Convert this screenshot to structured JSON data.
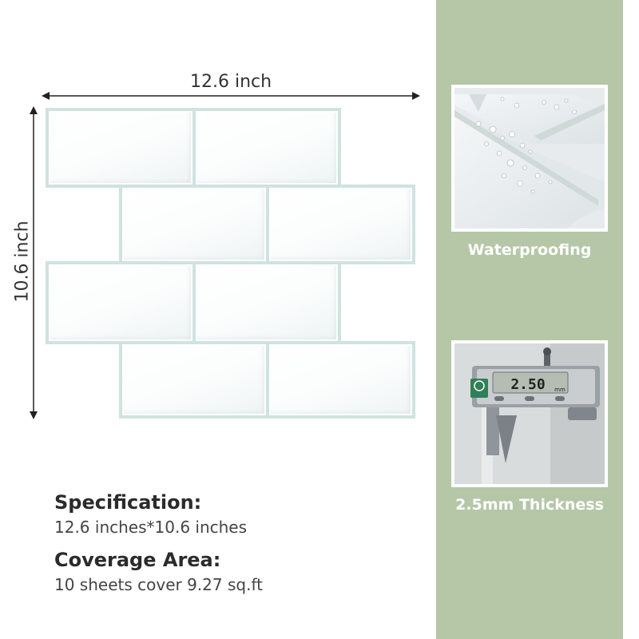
{
  "dimensions": {
    "width_label": "12.6 inch",
    "height_label": "10.6 inch"
  },
  "specs": {
    "specification_heading": "Specification:",
    "specification_value": "12.6 inches*10.6 inches",
    "coverage_heading": "Coverage Area:",
    "coverage_value": "10 sheets cover 9.27 sq.ft"
  },
  "features": [
    {
      "caption": "Waterproofing"
    },
    {
      "caption": "2.5mm Thickness"
    }
  ],
  "caliper": {
    "reading": "2.50",
    "unit": "mm"
  },
  "colors": {
    "panel": "#b5c7a7",
    "grout": "#cfe3e1",
    "tile": "#ffffff"
  }
}
